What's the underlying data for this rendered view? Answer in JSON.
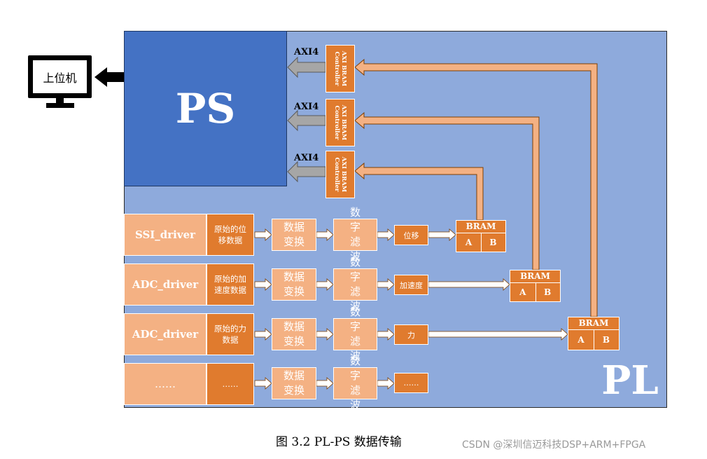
{
  "host_label": "上位机",
  "ps_label": "PS",
  "pl_label": "PL",
  "axi_label": "AXI4",
  "controller_label": "AXI BRAM Controller",
  "bram": {
    "title": "BRAM",
    "port_a": "A",
    "port_b": "B"
  },
  "rows": [
    {
      "driver": "SSI_driver",
      "raw": "原始的位移数据",
      "convert": "数据变换",
      "filter": "数字滤波",
      "signal": "位移"
    },
    {
      "driver": "ADC_driver",
      "raw": "原始的加速度数据",
      "convert": "数据变换",
      "filter": "数字滤波",
      "signal": "加速度"
    },
    {
      "driver": "ADC_driver",
      "raw": "原始的力数据",
      "convert": "数据变换",
      "filter": "数字滤波",
      "signal": "力"
    },
    {
      "driver": "……",
      "raw": "……",
      "convert": "数据变换",
      "filter": "数字滤波",
      "signal": "……"
    }
  ],
  "caption": "图 3.2 PL-PS 数据传输",
  "watermark": "CSDN @深圳信迈科技DSP+ARM+FPGA",
  "colors": {
    "pl": "#8eaadc",
    "ps": "#4472c4",
    "light_orange": "#f4b183",
    "dark_orange": "#e07b2e",
    "gray_arrow": "#a6a6a6"
  }
}
